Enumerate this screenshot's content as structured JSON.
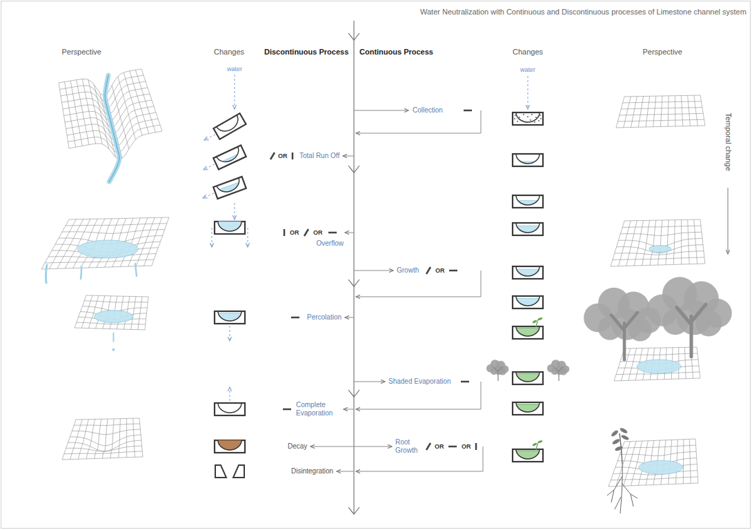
{
  "diagram": {
    "title": "Water Neutralization with Continuous and Discontinuous processes of Limestone channel system",
    "labels": [
      "Perspective",
      "Changes",
      "Discontinuous Process",
      "Continuous Process",
      "Changes",
      "Perspective",
      "Temporal change",
      "water",
      "water",
      "Collection",
      "OR",
      "Total Run Off",
      "OR",
      "OR",
      "Overflow",
      "Growth",
      "OR",
      "Percolation",
      "Shaded Evaporation",
      "Complete Evaporation",
      "Decay",
      "Root Growth",
      "OR",
      "OR",
      "Disintegration"
    ]
  }
}
